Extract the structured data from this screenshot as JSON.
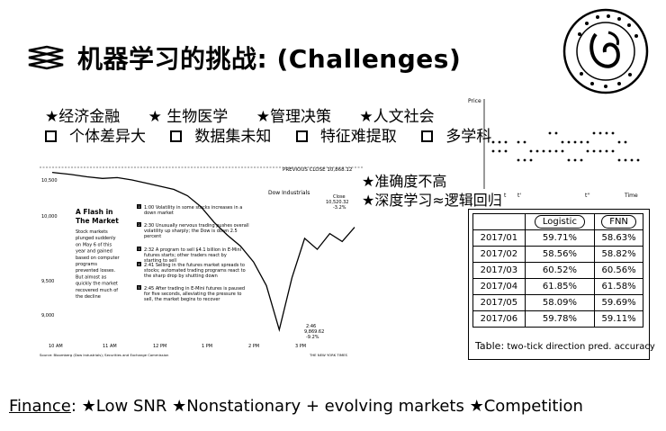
{
  "header": {
    "title": "机器学习的挑战: (Challenges)"
  },
  "domains": [
    "★经济金融",
    "★ 生物医学",
    "★管理决策",
    "★人文社会"
  ],
  "challenges": [
    "个体差异大",
    "数据集未知",
    "特征难提取",
    "多学科"
  ],
  "notes": [
    "★准确度不高",
    "★深度学习≈逻辑回归"
  ],
  "dow_figure": {
    "header_label": "PREVIOUS CLOSE 10,868.12",
    "y_ticks": [
      "10,500",
      "10,000",
      "9,500",
      "9,000"
    ],
    "x_ticks": [
      "10 AM",
      "11 AM",
      "12 PM",
      "1 PM",
      "2 PM",
      "3 PM"
    ],
    "series_label": "Dow Industrials",
    "close_label": [
      "Close",
      "10,520.32",
      "-3.2%"
    ],
    "low_label": [
      "2:46",
      "9,869.62",
      "-9.2%"
    ],
    "box_title": [
      "A Flash in",
      "The Market"
    ],
    "box_text": [
      "Stock markets",
      "plunged suddenly",
      "on May 6 of this",
      "year and gained",
      "based on computer",
      "programs",
      "prevented losses.",
      "But almost as",
      "quickly the market",
      "recovered much of",
      "the decline"
    ],
    "events": [
      {
        "num": "1",
        "text": "1:00 Volatility in some stocks increases in a down market"
      },
      {
        "num": "2",
        "text": "2:30 Unusually nervous trading pushes overall volatility up sharply; the Dow is down 2.5 percent"
      },
      {
        "num": "3",
        "text": "2:32 A program to sell $4.1 billion in E-Mini futures starts; other traders react by starting to sell"
      },
      {
        "num": "4",
        "text": "2:41 Selling in the futures market spreads to stocks; automated trading programs react to the sharp drop by shutting down"
      },
      {
        "num": "5",
        "text": "2:45 After trading in E-Mini futures is paused for five seconds, alleviating the pressure to sell, the market begins to recover"
      }
    ],
    "source": "Source: Bloomberg (Dow Industrials); Securities and Exchange Commission",
    "credit": "THE NEW YORK TIMES",
    "dow_series": [
      10868,
      10855,
      10840,
      10830,
      10835,
      10820,
      10800,
      10780,
      10760,
      10720,
      10650,
      10550,
      10470,
      10400,
      10300,
      10150,
      9870,
      10200,
      10450,
      10380,
      10480,
      10430,
      10520
    ]
  },
  "mini_chart": {
    "y_label": "Price",
    "x_labels": [
      "t",
      "t'",
      "t''",
      "Time"
    ]
  },
  "table": {
    "headers": [
      "",
      "Logistic",
      "FNN"
    ],
    "rows": [
      [
        "2017/01",
        "59.71%",
        "58.63%"
      ],
      [
        "2017/02",
        "58.56%",
        "58.82%"
      ],
      [
        "2017/03",
        "60.52%",
        "60.56%"
      ],
      [
        "2017/04",
        "61.85%",
        "61.58%"
      ],
      [
        "2017/05",
        "58.09%",
        "59.69%"
      ],
      [
        "2017/06",
        "59.78%",
        "59.11%"
      ]
    ],
    "caption_label": "Table:",
    "caption_text": "two-tick direction pred. accuracy"
  },
  "footer": {
    "label": "Finance",
    "text": ": ★Low SNR ★Nonstationary + evolving markets ★Competition"
  }
}
